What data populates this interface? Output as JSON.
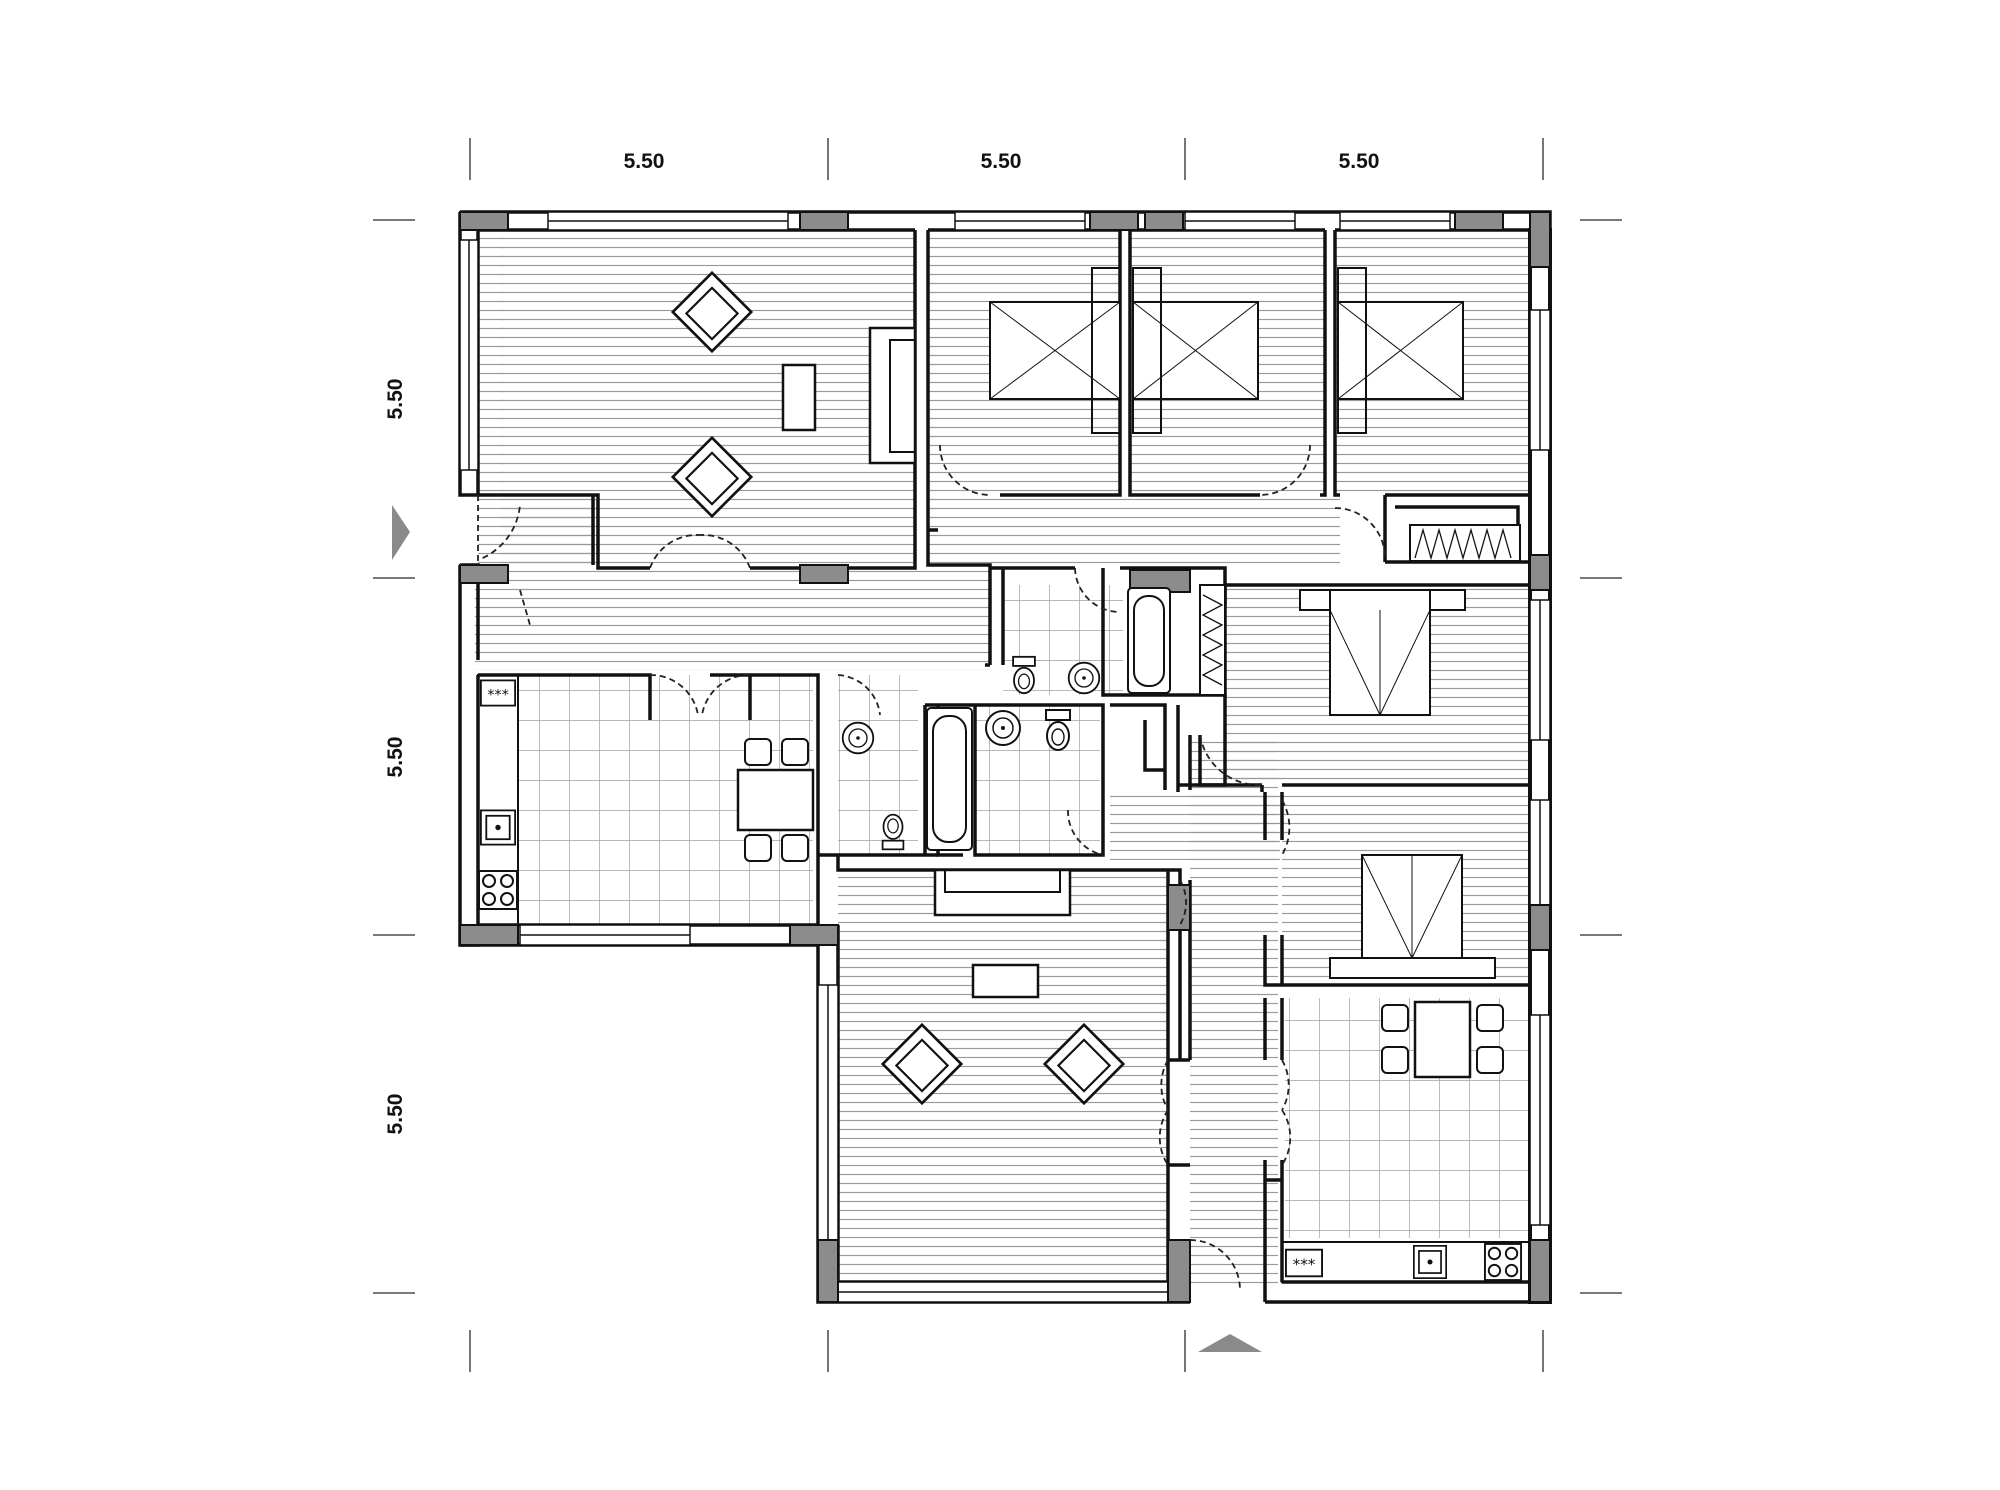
{
  "dimensions": {
    "top": [
      "5.50",
      "5.50",
      "5.50"
    ],
    "left": [
      "5.50",
      "5.50",
      "5.50"
    ]
  },
  "colors": {
    "wall": "#111111",
    "column": "#8c8c8c",
    "hatch": "#9a9a9a",
    "tile": "#a0a0a0",
    "arrow": "#8a8a8a",
    "door": "#222222"
  },
  "icons": [
    "entrance-arrow-west",
    "entrance-arrow-south",
    "armchair",
    "sofa",
    "table",
    "double-bed",
    "bathtub",
    "washbasin",
    "bidet",
    "toilet",
    "stove",
    "sink",
    "wardrobe"
  ]
}
